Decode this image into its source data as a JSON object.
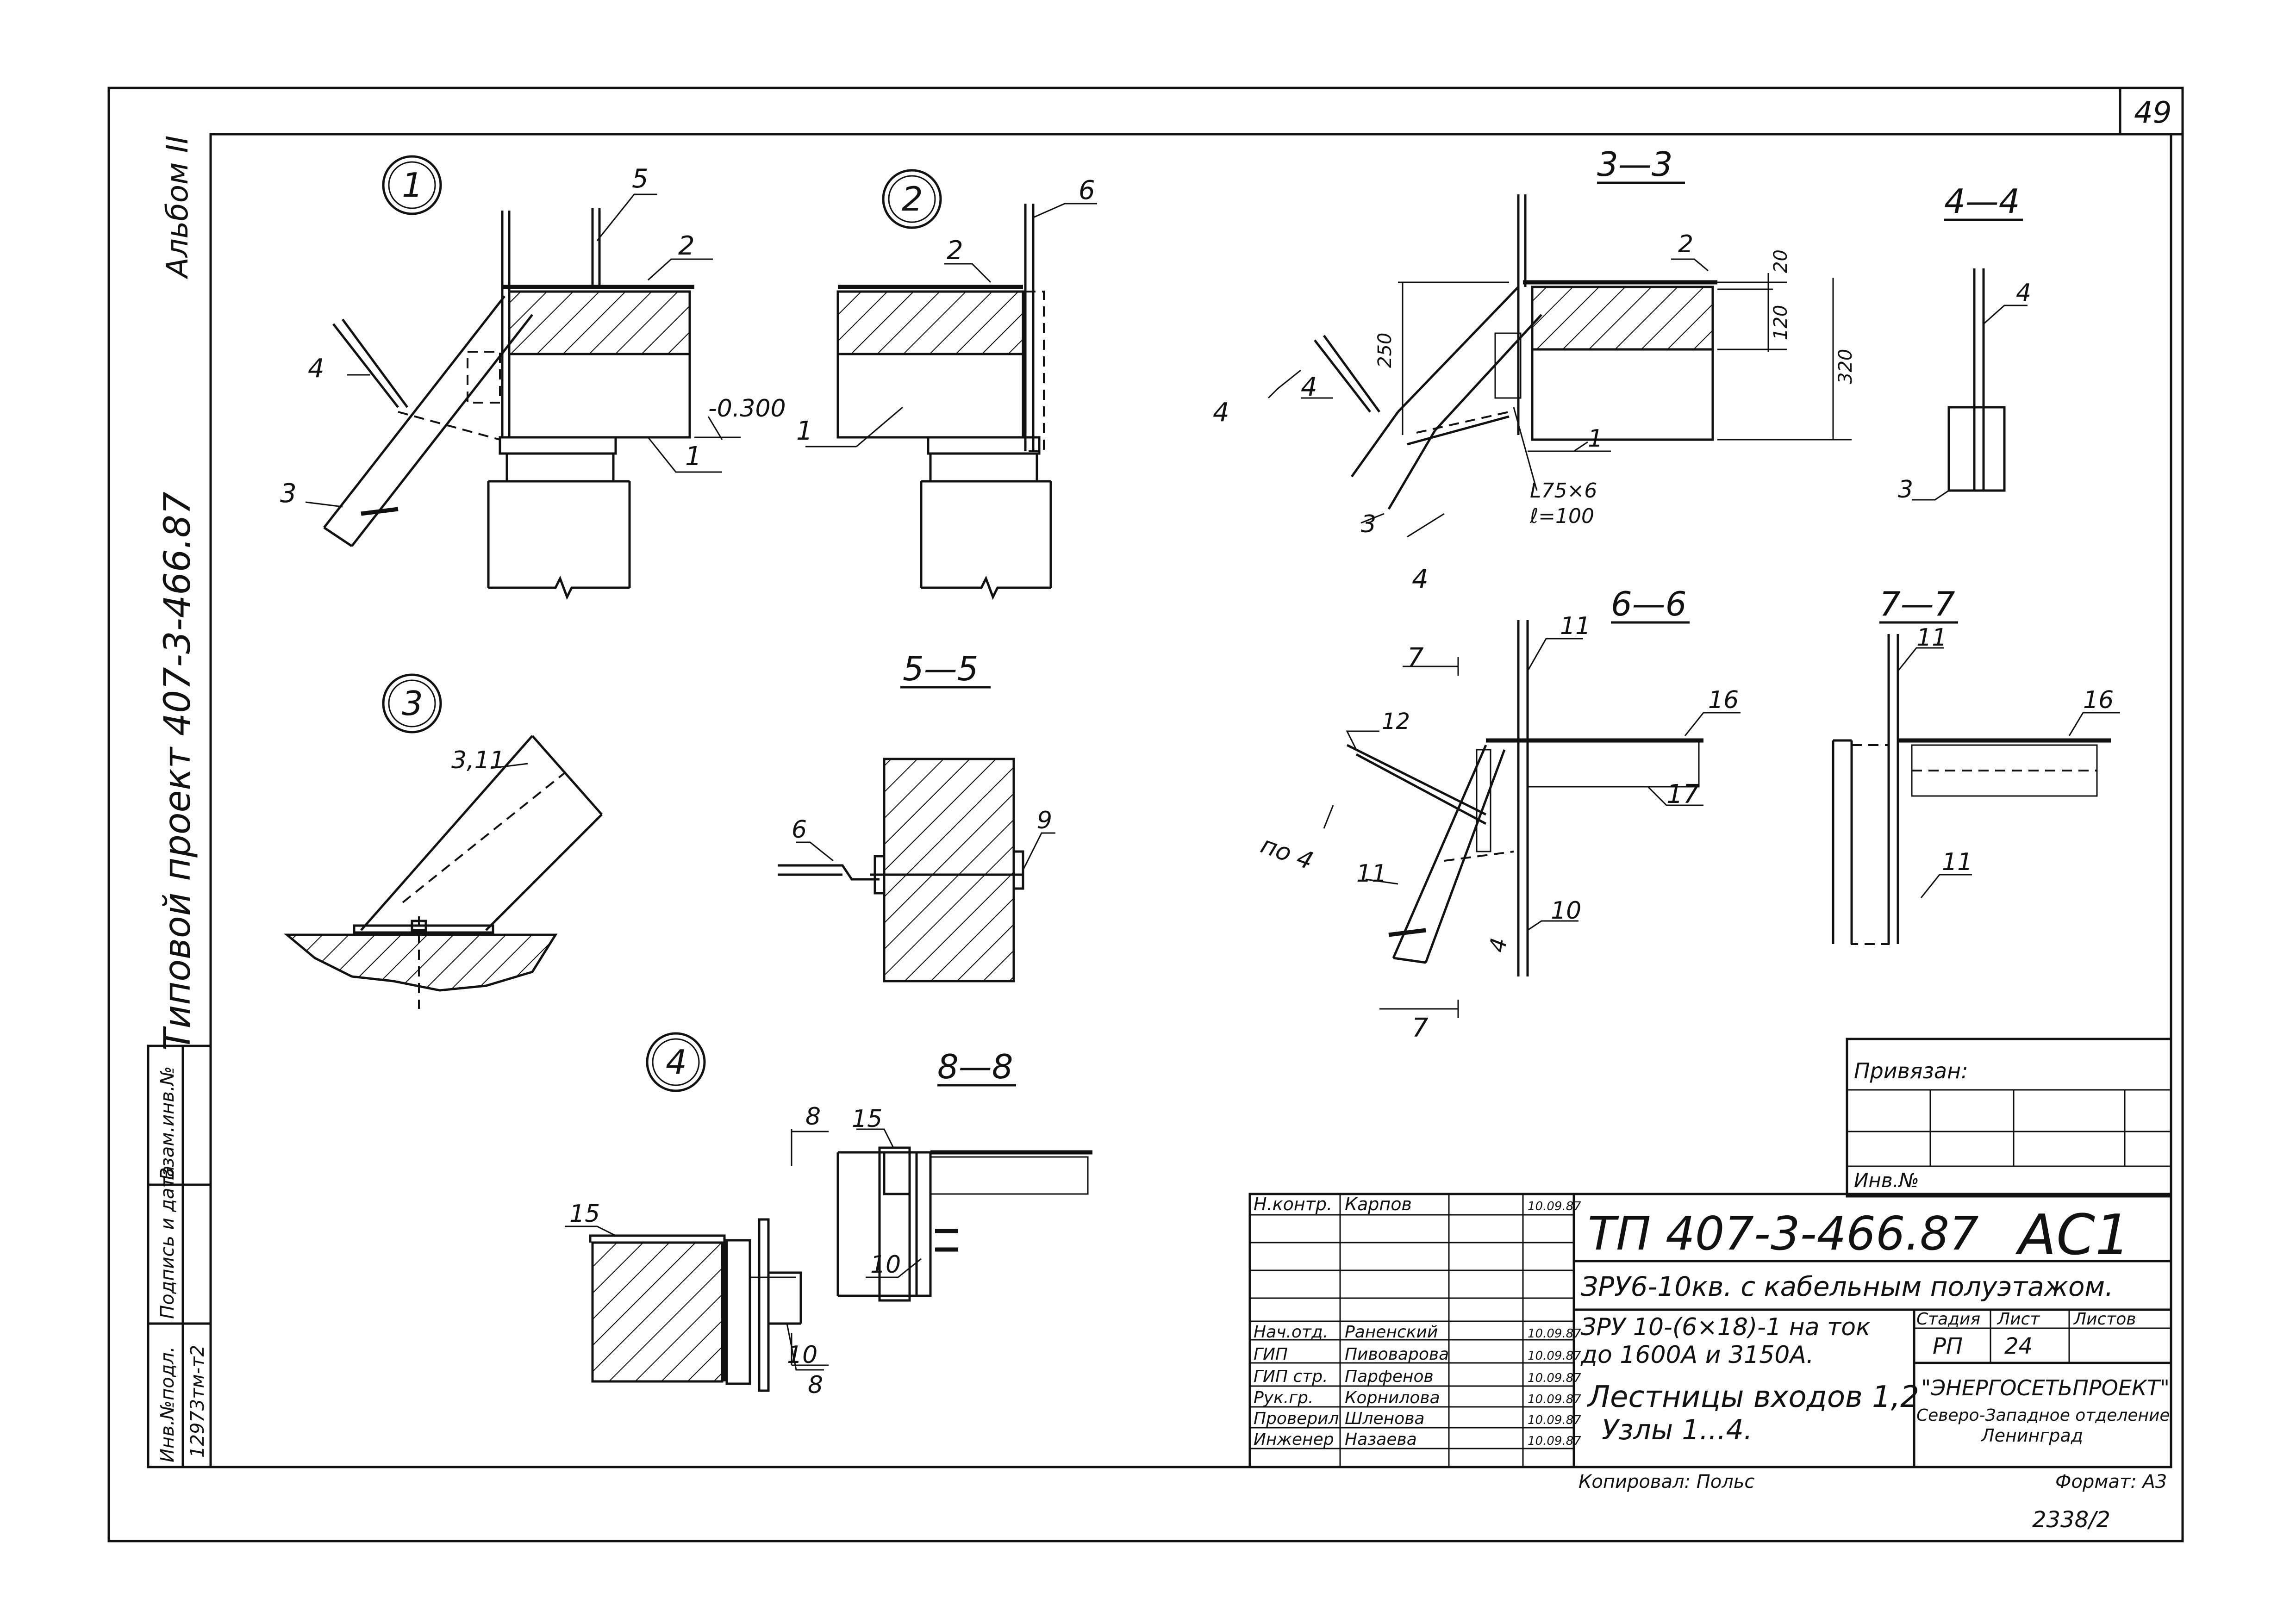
{
  "sheet_number": "49",
  "side": {
    "album": "Альбом II",
    "project": "Типовой проект 407-3-466.87",
    "inv_no_orig": "Инв.№подл.",
    "sign_date": "Подпись и дата",
    "inv_no_replace": "Взам.инв.№",
    "inv_value": "12973тм-т2"
  },
  "details": {
    "n1": "1",
    "n2": "2",
    "n3": "3",
    "n4": "4",
    "s33": "3—3",
    "s44": "4—4",
    "s55": "5—5",
    "s66": "6—6",
    "s77": "7—7",
    "s88": "8—8"
  },
  "labels": {
    "d1_5": "5",
    "d1_2": "2",
    "d1_4": "4",
    "d1_elev": "-0.300",
    "d1_1": "1",
    "d1_3": "3",
    "d2_6": "6",
    "d2_2": "2",
    "d2_1": "1",
    "s33_2": "2",
    "s33_20": "20",
    "s33_120": "120",
    "s33_320": "320",
    "s33_250": "250",
    "s33_4a": "4",
    "s33_4b": "4",
    "s33_4c": "4",
    "s33_1": "1",
    "s33_3": "3",
    "s33_angle": "L75×6",
    "s33_len": "ℓ=100",
    "s44_4": "4",
    "s44_3": "3",
    "d3_311": "3,11",
    "s55_6": "6",
    "s55_9": "9",
    "s66_7a": "7",
    "s66_11a": "11",
    "s66_16": "16",
    "s66_12": "12",
    "s66_po4": "по 4",
    "s66_17": "17",
    "s66_11b": "11",
    "s66_10": "10",
    "s66_4": "4",
    "s66_7b": "7",
    "s77_11a": "11",
    "s77_16": "16",
    "s77_11b": "11",
    "d4_15": "15",
    "d4_10": "10",
    "s88_8a": "8",
    "s88_15": "15",
    "s88_10": "10",
    "s88_8b": "8"
  },
  "title_block": {
    "privyazan": "Привязан:",
    "inv_no": "Инв.№",
    "rows": [
      {
        "role": "Н.контр.",
        "name": "Карпов",
        "date": "10.09.87"
      },
      {
        "role": "",
        "name": "",
        "date": ""
      },
      {
        "role": "",
        "name": "",
        "date": ""
      },
      {
        "role": "",
        "name": "",
        "date": ""
      },
      {
        "role": "Нач.отд.",
        "name": "Раненский",
        "date": "10.09.87"
      },
      {
        "role": "ГИП",
        "name": "Пивоварова",
        "date": "10.09.87"
      },
      {
        "role": "ГИП стр.",
        "name": "Парфенов",
        "date": "10.09.87"
      },
      {
        "role": "Рук.гр.",
        "name": "Корнилова",
        "date": "10.09.87"
      },
      {
        "role": "Проверил",
        "name": "Шленова",
        "date": "10.09.87"
      },
      {
        "role": "Инженер",
        "name": "Назаева",
        "date": "10.09.87"
      }
    ],
    "code": "ТП 407-3-466.87",
    "mark": "АС1",
    "object": "ЗРУ6-10кв. с кабельным полуэтажом.",
    "desc1": "ЗРУ 10-(6×18)-1 на ток",
    "desc2": "до 1600А и 3150А.",
    "sheet_title1": "Лестницы входов 1,2",
    "sheet_title2": "Узлы 1...4.",
    "stage_h": "Стадия",
    "sheet_h": "Лист",
    "sheets_h": "Листов",
    "stage": "РП",
    "sheet": "24",
    "sheets": "",
    "org1": "\"ЭНЕРГОСЕТЬПРОЕКТ\"",
    "org2": "Северо-Западное отделение",
    "org3": "Ленинград",
    "copied": "Копировал: Польс",
    "format": "Формат: А3"
  },
  "archive_no": "2338/2"
}
